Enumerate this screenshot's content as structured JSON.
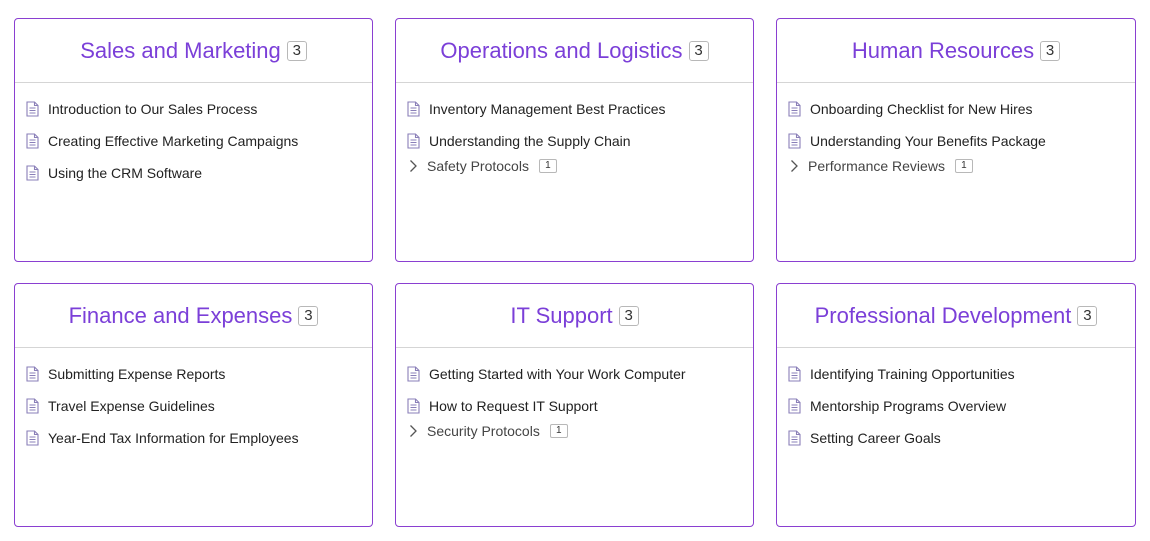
{
  "colors": {
    "accent": "#7b3fd8",
    "border": "#8a3fd1",
    "icon": "#8a7fb8"
  },
  "icons": {
    "document": "document-icon",
    "folder_toggle": "chevron-right-icon"
  },
  "categories": [
    {
      "title": "Sales and Marketing",
      "count": "3",
      "items": [
        {
          "label": "Introduction to Our Sales Process"
        },
        {
          "label": "Creating Effective Marketing Campaigns"
        },
        {
          "label": "Using the CRM Software"
        }
      ],
      "folder": null
    },
    {
      "title": "Operations and Logistics",
      "count": "3",
      "items": [
        {
          "label": "Inventory Management Best Practices"
        },
        {
          "label": "Understanding the Supply Chain"
        }
      ],
      "folder": {
        "label": "Safety Protocols",
        "count": "1"
      }
    },
    {
      "title": "Human Resources",
      "count": "3",
      "items": [
        {
          "label": "Onboarding Checklist for New Hires"
        },
        {
          "label": "Understanding Your Benefits Package"
        }
      ],
      "folder": {
        "label": "Performance Reviews",
        "count": "1"
      }
    },
    {
      "title": "Finance and Expenses",
      "count": "3",
      "items": [
        {
          "label": "Submitting Expense Reports"
        },
        {
          "label": "Travel Expense Guidelines"
        },
        {
          "label": "Year-End Tax Information for Employees"
        }
      ],
      "folder": null
    },
    {
      "title": "IT Support",
      "count": "3",
      "items": [
        {
          "label": "Getting Started with Your Work Computer"
        },
        {
          "label": "How to Request IT Support"
        }
      ],
      "folder": {
        "label": "Security Protocols",
        "count": "1"
      }
    },
    {
      "title": "Professional Development",
      "count": "3",
      "items": [
        {
          "label": "Identifying Training Opportunities"
        },
        {
          "label": "Mentorship Programs Overview"
        },
        {
          "label": "Setting Career Goals"
        }
      ],
      "folder": null
    }
  ]
}
